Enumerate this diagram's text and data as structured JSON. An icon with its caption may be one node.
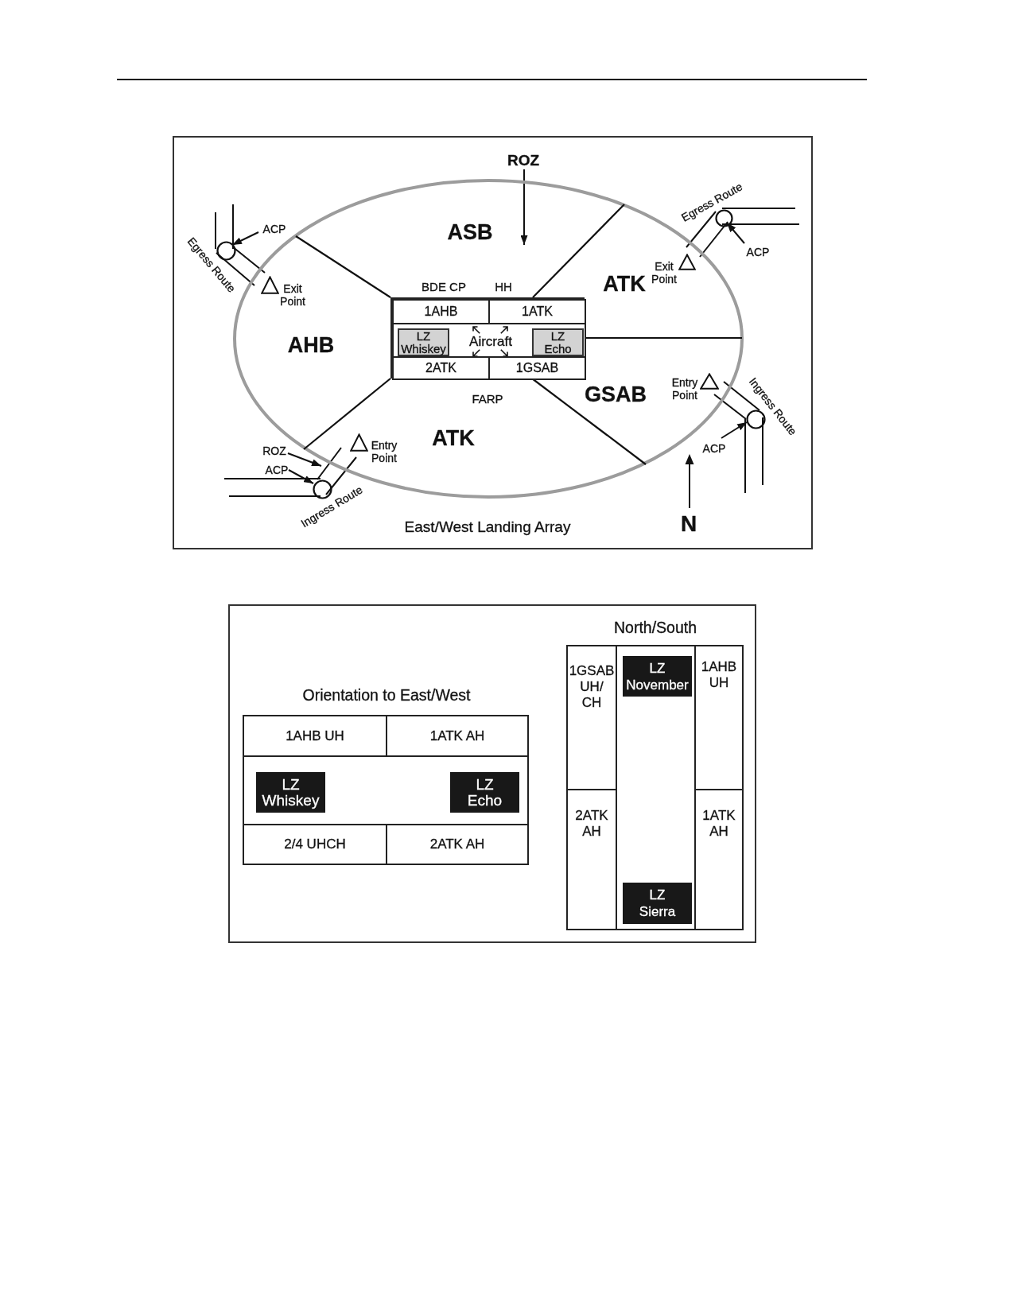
{
  "diagram": {
    "nodes": [
      {
        "text": [
          "East/West Landing Array"
        ]
      },
      {
        "text": [
          "ROZ"
        ],
        "in": 0
      },
      {
        "text": [
          "ASB",
          "BDE CP",
          "HH",
          "ATK",
          "AHB",
          "GSAB",
          "FARP",
          "ATK"
        ],
        "in": 0
      },
      {
        "text": [
          "ACP"
        ],
        "in": 0
      },
      {
        "text": [],
        "shape": "circle",
        "in": 0
      },
      {
        "text": [],
        "shape": "triangle",
        "beside": [
          "Exit Point"
        ],
        "in": 2
      },
      {
        "text": [],
        "shape": "circle",
        "in": 0
      },
      {
        "text": [
          "ACP"
        ],
        "in": 0
      },
      {
        "text": [],
        "shape": "triangle",
        "beside": [
          "Exit Point"
        ],
        "in": 2
      },
      {
        "text": [],
        "shape": "box",
        "in": 2
      },
      {
        "text": [
          "1AHB"
        ],
        "in": 9
      },
      {
        "text": [
          "1ATK"
        ],
        "in": 9
      },
      {
        "text": [
          "Aircraft"
        ],
        "in": 9
      },
      {
        "text": [
          "LZ Whiskey"
        ],
        "in": 12
      },
      {
        "text": [
          "LZ Echo"
        ],
        "in": 12
      },
      {
        "text": [
          "2ATK"
        ],
        "in": 9
      },
      {
        "text": [
          "1GSAB"
        ],
        "in": 9
      },
      {
        "text": [],
        "shape": "triangle",
        "beside": [
          "Entry Point"
        ],
        "in": 2
      },
      {
        "text": [],
        "shape": "circle",
        "in": 0
      },
      {
        "text": [],
        "shape": "triangle",
        "beside": [
          "Entry Point"
        ],
        "in": 2
      },
      {
        "text": [
          "ROZ"
        ],
        "in": 0
      },
      {
        "text": [
          "ACP"
        ],
        "in": 0
      },
      {
        "text": [],
        "shape": "circle",
        "in": 0
      },
      {
        "text": [
          "ACP"
        ],
        "in": 0
      },
      {
        "text": [],
        "shape": "box"
      },
      {
        "text": [
          "Orientation to East/West"
        ],
        "in": 24
      },
      {
        "text": [
          "1AHB UH"
        ],
        "in": 25
      },
      {
        "text": [
          "1ATK AH"
        ],
        "in": 25
      },
      {
        "text": [],
        "shape": "box",
        "in": 25
      },
      {
        "text": [
          "LZ Whiskey"
        ],
        "in": 28
      },
      {
        "text": [
          "LZ Echo"
        ],
        "in": 28
      },
      {
        "text": [
          "2/4 UHCH"
        ],
        "in": 25
      },
      {
        "text": [
          "2ATK AH"
        ],
        "in": 25
      },
      {
        "text": [
          "North/South"
        ],
        "in": 24
      },
      {
        "text": [
          "1GSAB UH/ CH"
        ],
        "in": 33
      },
      {
        "text": [],
        "shape": "box",
        "in": 33
      },
      {
        "text": [
          "LZ November"
        ],
        "in": 35
      },
      {
        "text": [
          "LZ Sierra"
        ],
        "in": 35
      },
      {
        "text": [
          "1AHB UH"
        ],
        "in": 33
      },
      {
        "text": [
          "2ATK AH"
        ],
        "in": 33
      },
      {
        "text": [
          "1ATK AH"
        ],
        "in": 33
      }
    ],
    "edges": [
      {
        "from": 1,
        "to": 2,
        "arrow": "to"
      },
      {
        "from": 3,
        "to": 4,
        "arrow": "to"
      },
      {
        "from": 5,
        "to": 4,
        "arrow": "none",
        "label": "Egress Route"
      },
      {
        "from": 4,
        "to": null,
        "arrow": "none"
      },
      {
        "from": 7,
        "to": 6,
        "arrow": "to"
      },
      {
        "from": 8,
        "to": 6,
        "arrow": "none",
        "label": "Egress Route"
      },
      {
        "from": 6,
        "to": null,
        "arrow": "none"
      },
      {
        "from": null,
        "to": 18,
        "arrow": "none"
      },
      {
        "from": 18,
        "to": 17,
        "arrow": "none",
        "label": "Ingress Route"
      },
      {
        "from": 23,
        "to": 18,
        "arrow": "to"
      },
      {
        "from": 20,
        "to": 2,
        "arrow": "to"
      },
      {
        "from": 21,
        "to": 22,
        "arrow": "to"
      },
      {
        "from": null,
        "to": 22,
        "arrow": "none"
      },
      {
        "from": 22,
        "to": 19,
        "arrow": "none",
        "label": "Ingress Route"
      }
    ],
    "labels": [
      "N"
    ]
  }
}
